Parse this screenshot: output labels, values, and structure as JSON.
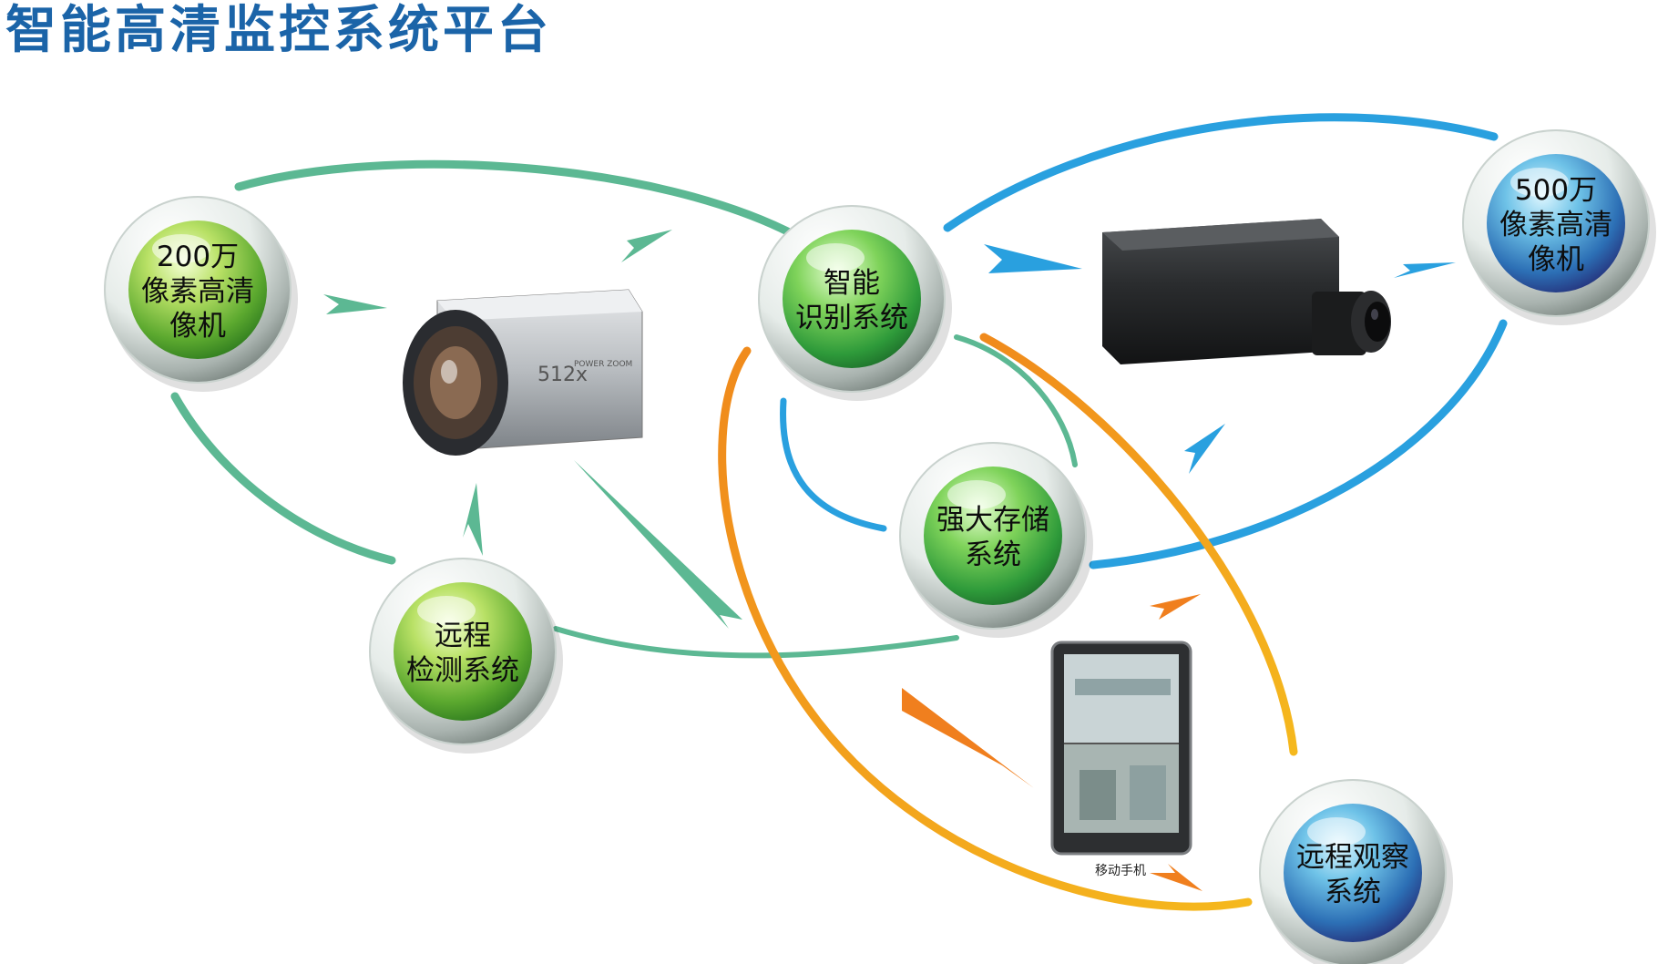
{
  "title": "智能高清监控系统平台",
  "nodes": [
    {
      "id": "n200",
      "lines": [
        "200万",
        "像素高清",
        "像机"
      ],
      "theme": "green"
    },
    {
      "id": "smart",
      "lines": [
        "智能",
        "识别系统"
      ],
      "theme": "green"
    },
    {
      "id": "n500",
      "lines": [
        "500万",
        "像素高清",
        "像机"
      ],
      "theme": "blue"
    },
    {
      "id": "storage",
      "lines": [
        "强大存储",
        "系统"
      ],
      "theme": "green"
    },
    {
      "id": "remote-detect",
      "lines": [
        "远程",
        "检测系统"
      ],
      "theme": "green"
    },
    {
      "id": "remote-observe",
      "lines": [
        "远程观察",
        "系统"
      ],
      "theme": "blue"
    }
  ],
  "devices": {
    "zoom_camera_label": "512x",
    "zoom_camera_badge": "POWER ZOOM",
    "phone_caption": "移动手机"
  },
  "colors": {
    "title": "#1b64a8",
    "green_ring": "#5cb893",
    "blue_ring": "#29a0df",
    "orange_ring": "#f07f1e",
    "node_green": "#8ac63e",
    "node_blue": "#2a7fc4"
  }
}
